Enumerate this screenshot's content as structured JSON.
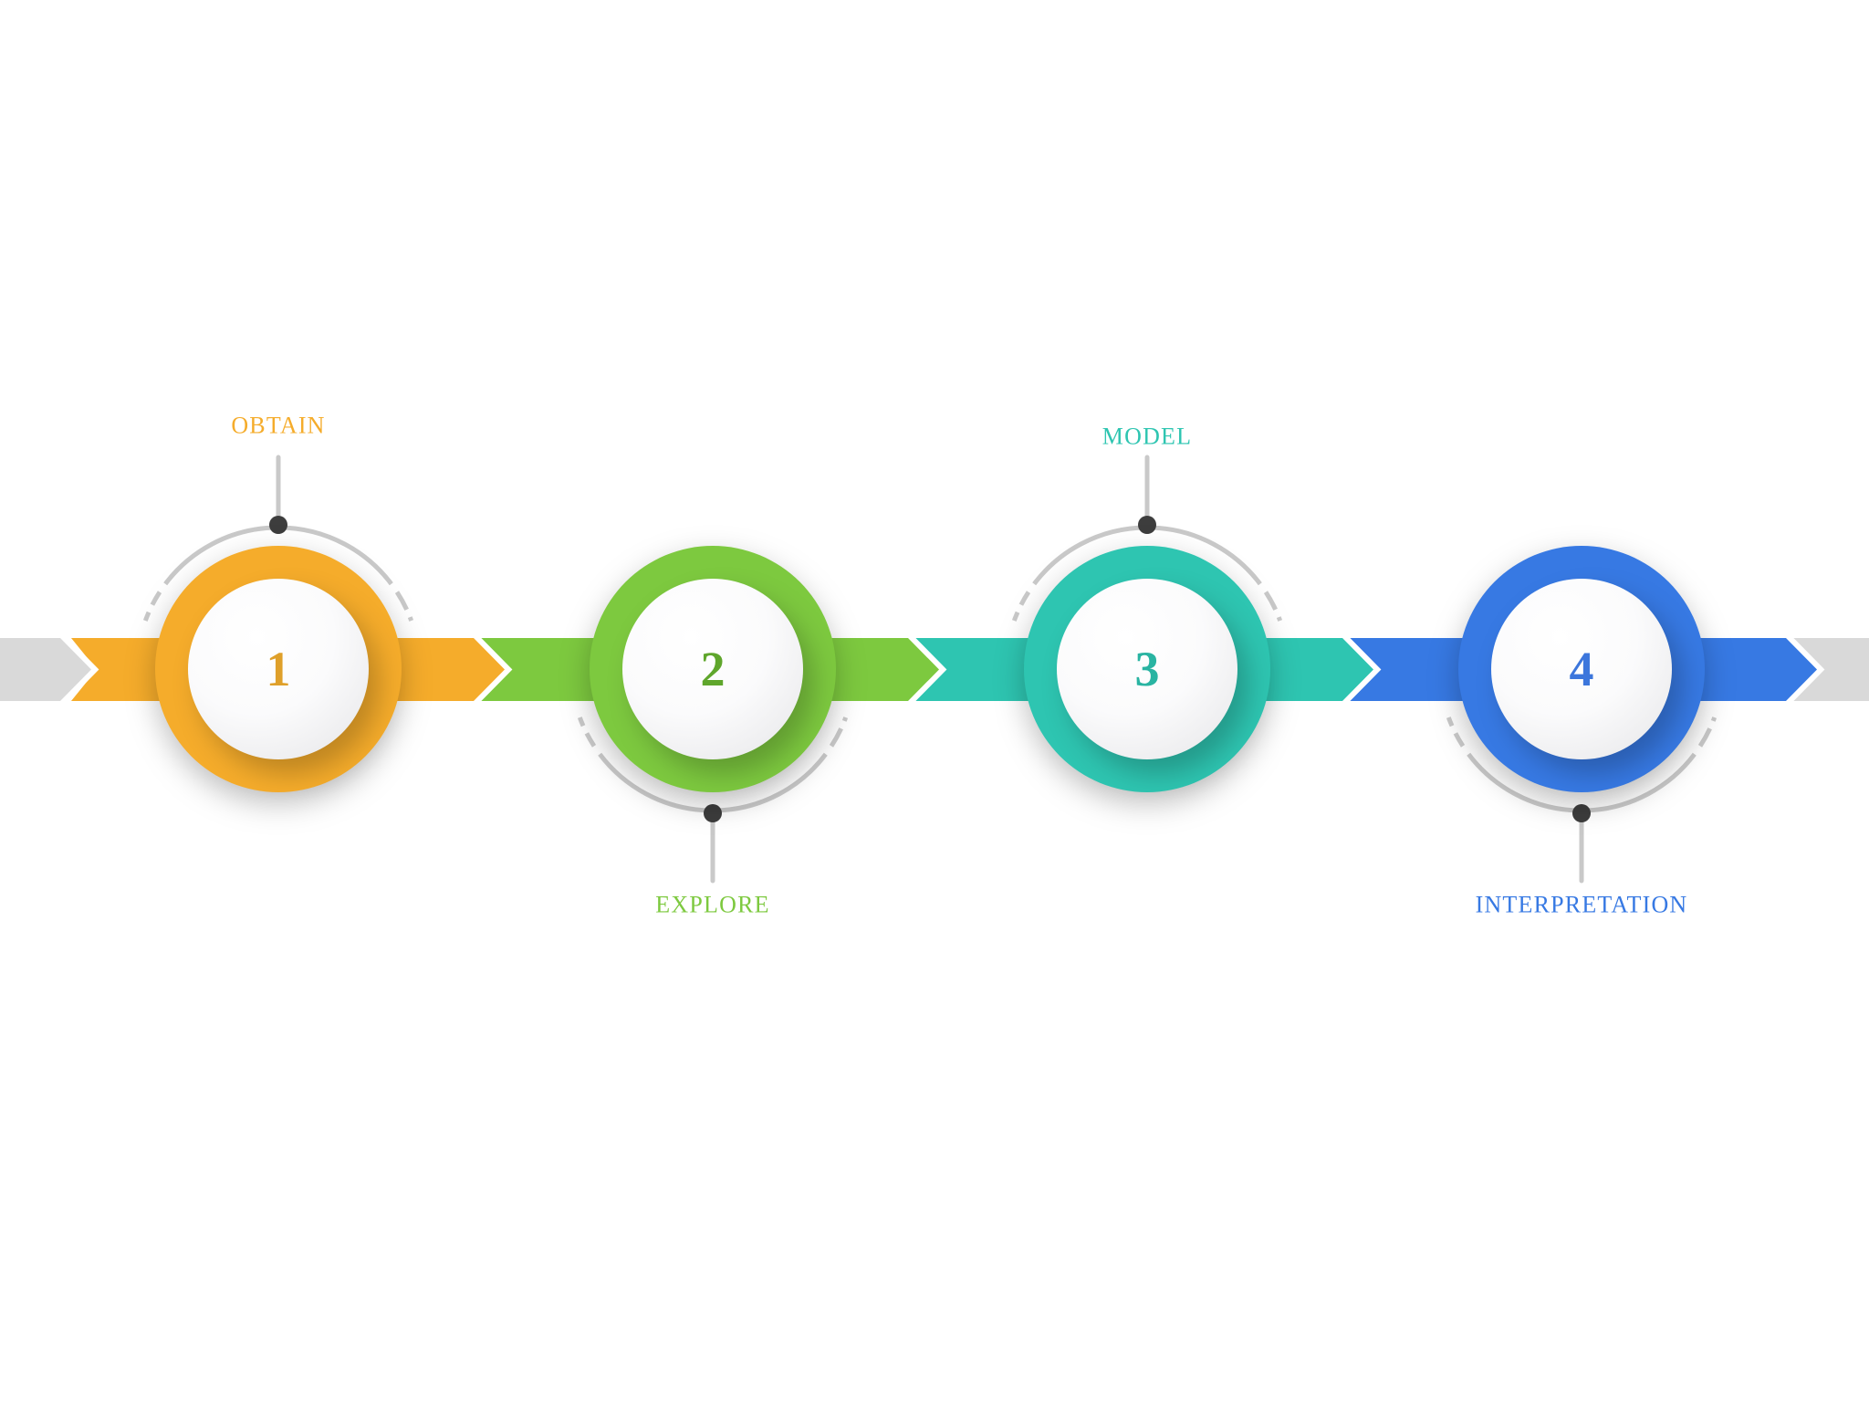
{
  "palette": {
    "background": "#ffffff",
    "start_end_arrow": "#d9d9d9",
    "connector_line": "#c9c9c9",
    "connector_dot": "#3d3d3d",
    "step_circle_fill": "#ffffff"
  },
  "steps": [
    {
      "number": "1",
      "label": "OBTAIN",
      "label_position": "top",
      "color": "#F5AC2B",
      "number_color": "#DFA02A"
    },
    {
      "number": "2",
      "label": "EXPLORE",
      "label_position": "bottom",
      "color": "#7DC93F",
      "number_color": "#5FA62C"
    },
    {
      "number": "3",
      "label": "MODEL",
      "label_position": "top",
      "color": "#2EC5B1",
      "number_color": "#29B4A2"
    },
    {
      "number": "4",
      "label": "INTERPRETATION",
      "label_position": "bottom",
      "color": "#3779E3",
      "number_color": "#3C76DC"
    }
  ]
}
